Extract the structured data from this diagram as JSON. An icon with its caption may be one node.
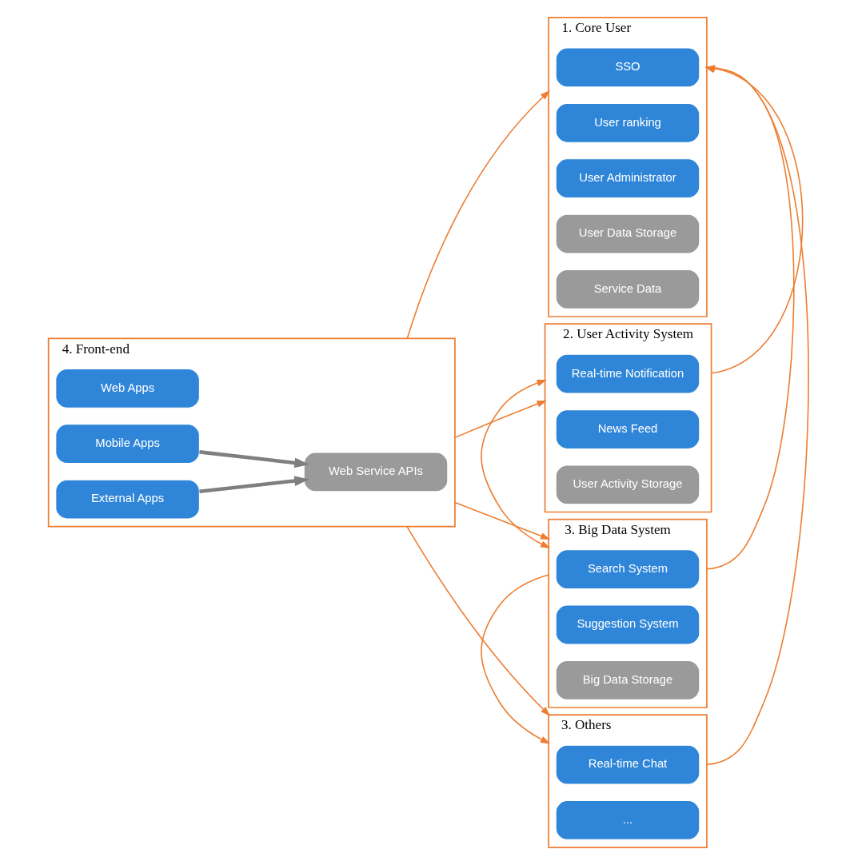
{
  "diagram": {
    "nodes": [
      {
        "text": [
          "1. Core User"
        ]
      },
      {
        "text": [
          "SSO"
        ],
        "in": 0
      },
      {
        "text": [
          "User ranking"
        ],
        "in": 0
      },
      {
        "text": [
          "User Administrator"
        ],
        "in": 0
      },
      {
        "text": [
          "User Data Storage"
        ],
        "in": 0
      },
      {
        "text": [
          "Service Data"
        ],
        "in": 0
      },
      {
        "text": [
          "2. User Activity System"
        ]
      },
      {
        "text": [
          "Real-time Notification"
        ],
        "in": 6
      },
      {
        "text": [
          "News Feed"
        ],
        "in": 6
      },
      {
        "text": [
          "User Activity Storage"
        ],
        "in": 6
      },
      {
        "text": [
          "4. Front-end"
        ]
      },
      {
        "text": [
          "Web Apps"
        ],
        "in": 10
      },
      {
        "text": [
          "Web Service APIs"
        ],
        "in": 10
      },
      {
        "text": [
          "Mobile Apps"
        ],
        "in": 10
      },
      {
        "text": [
          "External Apps"
        ],
        "in": 10
      },
      {
        "text": [
          "3. Big Data System"
        ]
      },
      {
        "text": [
          "Search System"
        ],
        "in": 15
      },
      {
        "text": [
          "Suggestion System"
        ],
        "in": 15
      },
      {
        "text": [
          "Big Data Storage"
        ],
        "in": 15
      },
      {
        "text": [
          "3. Others"
        ]
      },
      {
        "text": [
          "Real-time Chat"
        ],
        "in": 19
      },
      {
        "text": [
          "..."
        ],
        "in": 19
      }
    ],
    "edges": [
      {
        "from": 13,
        "to": 12,
        "arrow": "to",
        "style": "thick",
        "color": "#7f7f7f"
      },
      {
        "from": 14,
        "to": 12,
        "arrow": "to",
        "style": "thick",
        "color": "#7f7f7f"
      },
      {
        "from": 10,
        "to": 0,
        "arrow": "to"
      },
      {
        "from": 10,
        "to": 6,
        "arrow": "to"
      },
      {
        "from": 10,
        "to": 15,
        "arrow": "to"
      },
      {
        "from": 10,
        "to": 19,
        "arrow": "to"
      },
      {
        "from": 6,
        "to": 15,
        "arrow": "both"
      },
      {
        "from": 15,
        "to": 19,
        "arrow": "to"
      },
      {
        "from": 6,
        "to": 0,
        "arrow": "to"
      },
      {
        "from": 15,
        "to": 0,
        "arrow": "to"
      },
      {
        "from": 19,
        "to": 0,
        "arrow": "to"
      }
    ]
  }
}
